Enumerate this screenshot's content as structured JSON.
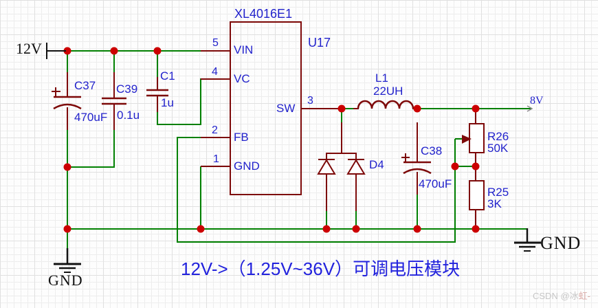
{
  "ic": {
    "title": "XL4016E1",
    "refdes": "U17",
    "pins": [
      {
        "num": "5",
        "name": "VIN"
      },
      {
        "num": "4",
        "name": "VC"
      },
      {
        "num": "2",
        "name": "FB"
      },
      {
        "num": "1",
        "name": "GND"
      },
      {
        "num": "3",
        "name": "SW"
      }
    ]
  },
  "ports": {
    "input": "12V",
    "output": "8V",
    "gnd_left": "GND",
    "gnd_right": "GND"
  },
  "components": {
    "c37": {
      "ref": "C37",
      "value": "470uF"
    },
    "c39": {
      "ref": "C39",
      "value": "0.1u"
    },
    "c1": {
      "ref": "C1",
      "value": "1u"
    },
    "l1": {
      "ref": "L1",
      "value": "22UH"
    },
    "d4": {
      "ref": "D4"
    },
    "c38": {
      "ref": "C38",
      "value": "470uF"
    },
    "r26": {
      "ref": "R26",
      "value": "50K"
    },
    "r25": {
      "ref": "R25",
      "value": "3K"
    }
  },
  "caption": {
    "latin": "12V->（1.25V~36V）",
    "chinese": "可调电压模块"
  },
  "watermark": {
    "prefix": "CSDN @冰",
    "suffix": "虹-"
  },
  "colors": {
    "wire": "#008000",
    "component": "#7d0808",
    "junction": "#cc0000",
    "label": "#2222cc",
    "port_text": "#111111"
  }
}
